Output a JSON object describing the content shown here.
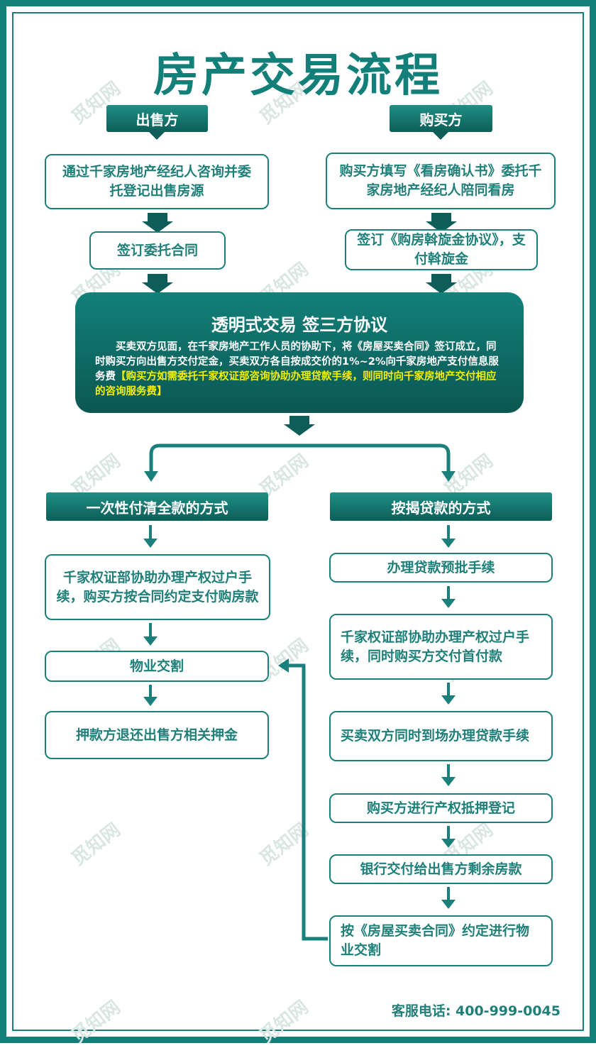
{
  "title": "房产交易流程",
  "watermark": "觅知网",
  "seller": {
    "header": "出售方",
    "steps": [
      "通过千家房地产经纪人咨询并委托登记出售房源",
      "签订委托合同"
    ]
  },
  "buyer": {
    "header": "购买方",
    "steps": [
      "购买方填写《看房确认书》委托千家房地产经纪人陪同看房",
      "签订《购房斡旋金协议》，支付斡旋金"
    ]
  },
  "central": {
    "title": "透明式交易  签三方协议",
    "body": "　　买卖双方见面，在千家房地产工作人员的协助下，将《房屋买卖合同》签订成立，同时购买方向出售方交付定金，买卖双方各自按成交价的1%~2%向千家房地产支付信息服务费",
    "highlight": "【购买方如需委托千家权证部咨询协助办理贷款手续，则同时向千家房地产交付相应的咨询服务费】"
  },
  "full_payment": {
    "header": "一次性付清全款的方式",
    "steps": [
      "千家权证部协助办理产权过户手续，购买方按合同约定支付购房款",
      "物业交割",
      "押款方退还出售方相关押金"
    ]
  },
  "mortgage": {
    "header": "按揭贷款的方式",
    "steps": [
      "办理贷款预批手续",
      "千家权证部协助办理产权过户手续，同时购买方交付首付款",
      "买卖双方同时到场办理贷款手续",
      "购买方进行产权抵押登记",
      "银行交付给出售方剩余房款",
      "按《房屋买卖合同》约定进行物业交割"
    ]
  },
  "phone": "客服电话: 400-999-0045",
  "colors": {
    "primary": "#127f78",
    "dark": "#0d5e58",
    "highlight": "#f5f000"
  }
}
